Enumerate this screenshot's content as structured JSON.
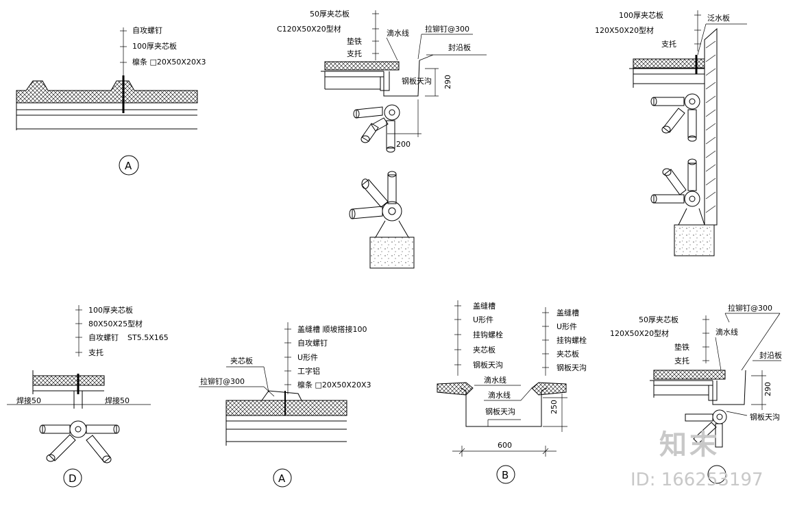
{
  "detail_a1": {
    "labels": [
      "自攻螺钉",
      "100厚夹芯板",
      "檩条  □20X50X20X3"
    ],
    "marker": "A"
  },
  "detail_gutter_top": {
    "labels_left": [
      "50厚夹芯板",
      "C120X50X20型材",
      "垫铁",
      "支托"
    ],
    "label_drip": "滴水线",
    "label_rivet": "拉铆钉@300",
    "label_seal": "封沿板",
    "label_gutter": "钢板天沟",
    "dim_height": "290",
    "dim_width": "200"
  },
  "detail_wall_top": {
    "labels": [
      "100厚夹芯板",
      "120X50X20型材",
      "支托"
    ],
    "label_flashing": "泛水板"
  },
  "detail_d": {
    "labels": [
      "100厚夹芯板",
      "80X50X25型材",
      "自攻螺钉",
      "支托"
    ],
    "label_screw_spec": "ST5.5X165",
    "weld_left": "焊接50",
    "weld_right": "焊接50",
    "marker": "D"
  },
  "detail_a2": {
    "labels": [
      "盖缝槽  顺坡搭接100",
      "自攻螺钉",
      "U形件",
      "工字铝",
      "檩条  □20X50X20X3"
    ],
    "label_panel": "夹芯板",
    "label_rivet": "拉铆钉@300",
    "marker": "A"
  },
  "detail_b": {
    "labels_left": [
      "盖缝槽",
      "U形件",
      "挂钩螺栓",
      "夹芯板",
      "钢板天沟"
    ],
    "labels_right": [
      "盖缝槽",
      "U形件",
      "挂钩螺栓",
      "夹芯板",
      "钢板天沟"
    ],
    "label_drip1": "滴水线",
    "label_drip2": "滴水线",
    "label_gutter": "钢板天沟",
    "dim_depth": "250",
    "dim_width": "600",
    "marker": "B"
  },
  "detail_c": {
    "labels_left": [
      "50厚夹芯板",
      "120X50X20型材",
      "垫铁",
      "支托"
    ],
    "label_rivet": "拉铆钉@300",
    "label_drip": "滴水线",
    "label_seal": "封沿板",
    "label_gutter": "钢板天沟",
    "dim_height": "290"
  },
  "watermark": {
    "logo": "知末",
    "id_text": "ID: 166253197"
  }
}
